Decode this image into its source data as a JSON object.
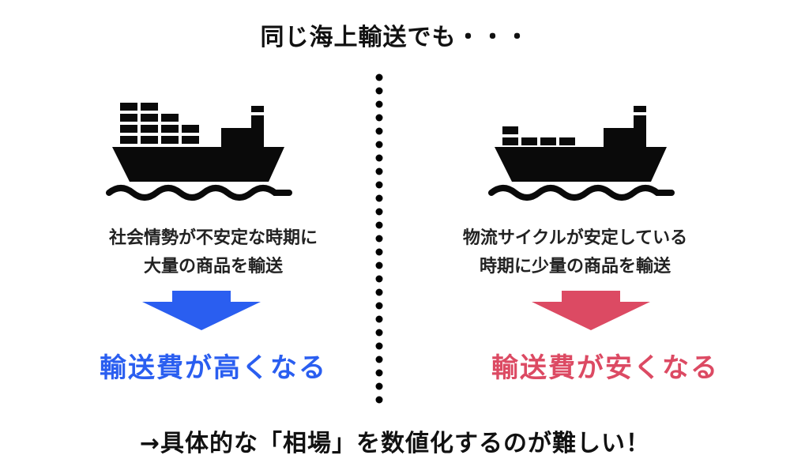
{
  "title": "同じ海上輸送でも・・・",
  "colors": {
    "left_accent": "#2a5ef0",
    "right_accent": "#dc4a63",
    "ship": "#0a0a0a"
  },
  "left": {
    "icon": "container-ship-fully-loaded-icon",
    "description": [
      "社会情勢が不安定な時期に",
      "大量の商品を輸送"
    ],
    "result": "輸送費が高くなる"
  },
  "right": {
    "icon": "container-ship-lightly-loaded-icon",
    "description": [
      "物流サイクルが安定している",
      "時期に少量の商品を輸送"
    ],
    "result": "輸送費が安くなる"
  },
  "conclusion": "→具体的な「相場」を数値化するのが難しい！"
}
